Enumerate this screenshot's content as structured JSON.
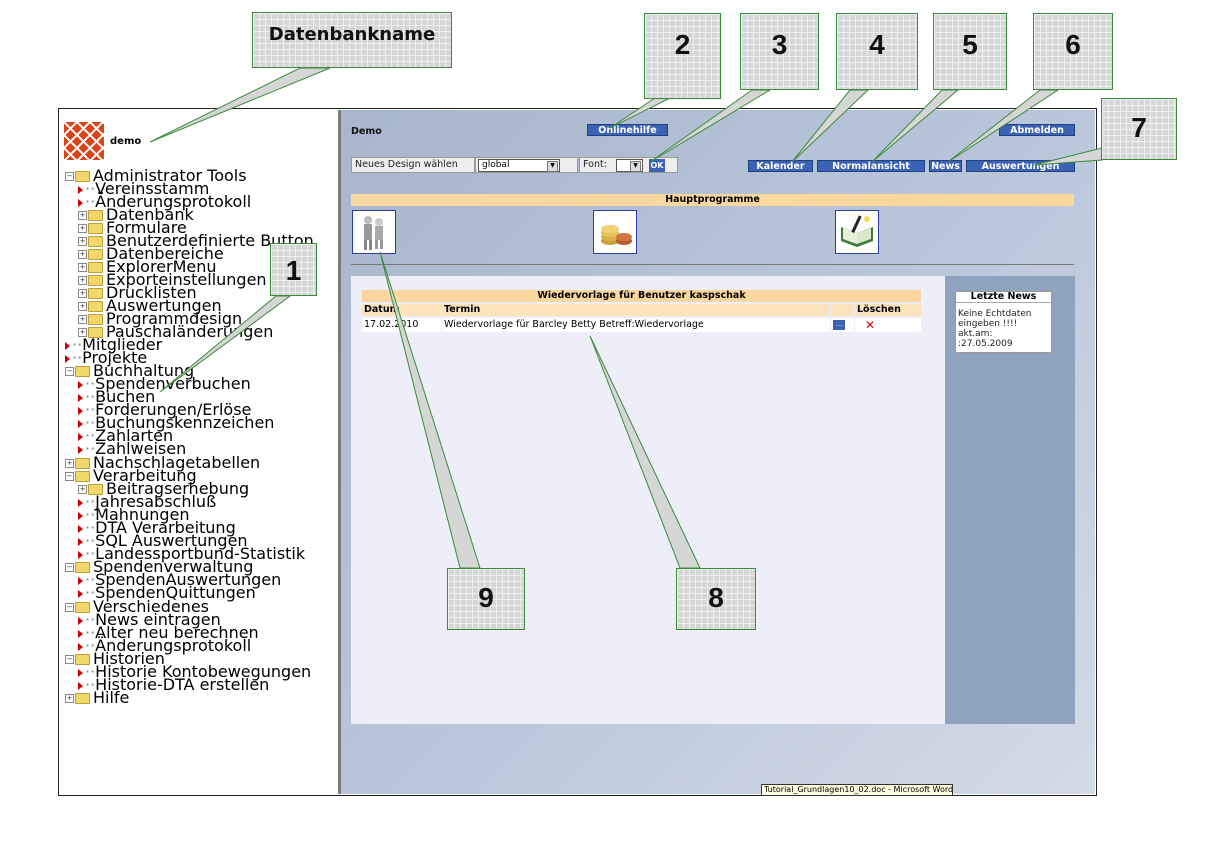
{
  "callouts": {
    "datenbankname": "Datenbankname",
    "c1": "1",
    "c2": "2",
    "c3": "3",
    "c4": "4",
    "c5": "5",
    "c6": "6",
    "c7": "7",
    "c8": "8",
    "c9": "9"
  },
  "tree": {
    "db": "demo",
    "items": [
      "Administrator Tools",
      "Vereinsstamm",
      "Änderungsprotokoll",
      "Datenbank",
      "Formulare",
      "Benutzerdefinierte Button",
      "Datenbereiche",
      "ExplorerMenu",
      "Exporteinstellungen",
      "Drucklisten",
      "Auswertungen",
      "Programmdesign",
      "Pauschaländerungen",
      "Mitglieder",
      "Projekte",
      "Buchhaltung",
      "Spendenverbuchen",
      "Buchen",
      "Forderungen/Erlöse",
      "Buchungskennzeichen",
      "Zahlarten",
      "Zahlweisen",
      "Nachschlagetabellen",
      "Verarbeitung",
      "Beitragserhebung",
      "Jahresabschluß",
      "Mahnungen",
      "DTA Verarbeitung",
      "SQL Auswertungen",
      "Landessportbund-Statistik",
      "Spendenverwaltung",
      "SpendenAuswertungen",
      "SpendenQuittungen",
      "Verschiedenes",
      "News eintragen",
      "Alter neu berechnen",
      "Änderungsprotokoll",
      "Historien",
      "Historie Kontobewegungen",
      "Historie-DTA erstellen",
      "Hilfe"
    ]
  },
  "main": {
    "title": "Demo",
    "onlinehilfe": "Onlinehilfe",
    "abmelden": "Abmelden",
    "design_label": "Neues Design wählen",
    "design_value": "global",
    "font_label": "Font:",
    "ok": "OK",
    "kalender": "Kalender",
    "normalansicht": "Normalansicht",
    "news": "News",
    "auswertungen": "Auswertungen",
    "hauptprogramme": "Hauptprogramme",
    "wiedervorlage_title": "Wiedervorlage für Benutzer kaspschak",
    "col_datum": "Datum",
    "col_termin": "Termin",
    "col_loeschen": "Löschen",
    "row_datum": "17.02.2010",
    "row_termin": "Wiedervorlage für Barcley Betty Betreff:Wiedervorlage",
    "row_more": "...",
    "row_delete": "✕",
    "letzte_news": "Letzte News",
    "news_text": "Keine Echtdaten eingeben !!!! akt.am: :27.05.2009",
    "taskbar": "Tutorial_Grundlagen10_02.doc - Microsoft Word"
  },
  "colors": {
    "button": "#3b62b4",
    "header": "#fbd7a0",
    "callout_border": "#3c8a3c",
    "delete": "#cc0000"
  }
}
